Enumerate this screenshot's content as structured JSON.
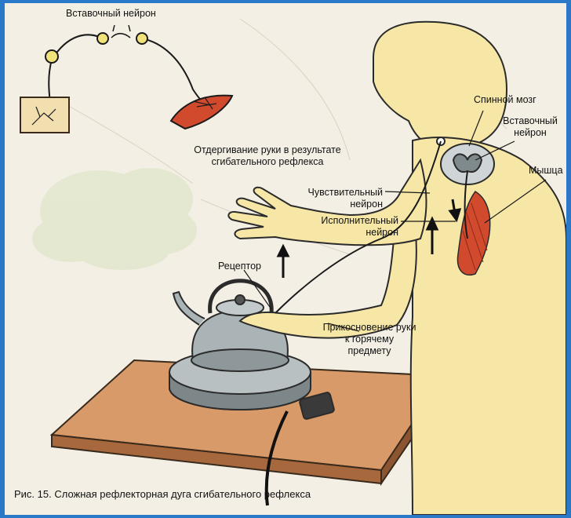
{
  "figure": {
    "caption": "Рис. 15. Сложная рефлекторная дуга сгибательного рефлекса"
  },
  "labels": {
    "interneuron_top": "Вставочный нейрон",
    "withdrawal": [
      "Отдергивание руки в результате",
      "сгибательного рефлекса"
    ],
    "spinal_cord": "Спинной мозг",
    "interneuron_right": [
      "Вставочный",
      "нейрон"
    ],
    "muscle": "Мышца",
    "sensory_neuron": [
      "Чувствительный",
      "нейрон"
    ],
    "motor_neuron": [
      "Исполнительный",
      "нейрон"
    ],
    "receptor": "Рецептор",
    "touch": [
      "Прикосновение руки",
      "к горячему",
      "предмету"
    ]
  },
  "colors": {
    "skin": "#f7e7a6",
    "outline": "#2b2b2b",
    "muscle": "#d24a2e",
    "table": "#c98a5a",
    "kettle": "#a9b2b4",
    "steam": "#dfe6c9"
  }
}
